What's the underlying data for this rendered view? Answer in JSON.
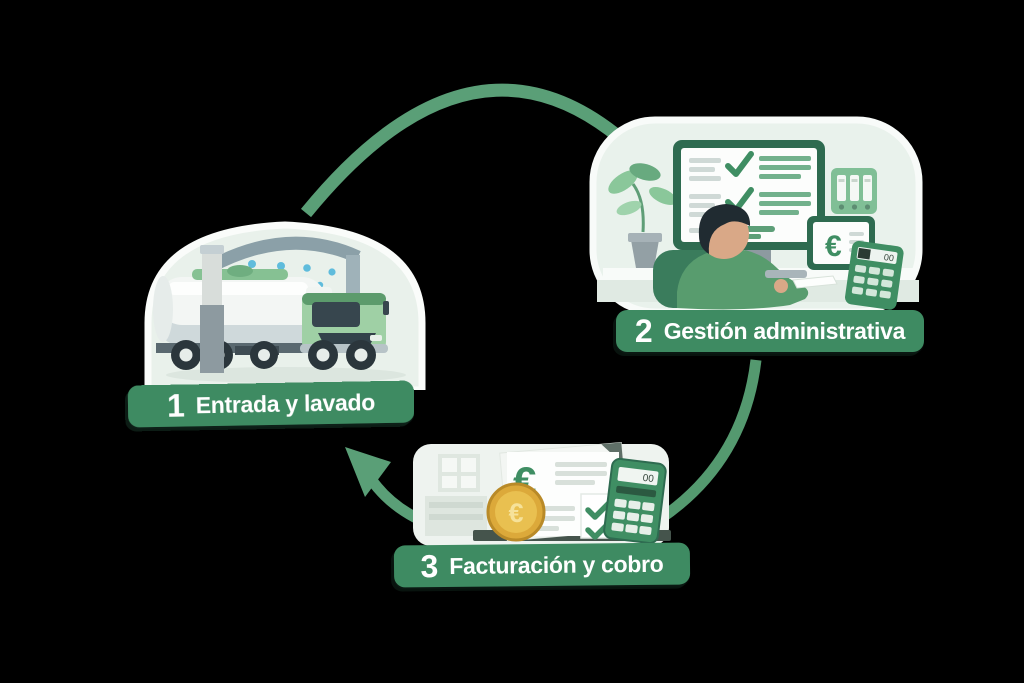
{
  "diagram": {
    "background_color": "#000000",
    "steps": [
      {
        "number": "1",
        "label": "Entrada y lavado",
        "icon": "tanker-truck-wash-icon"
      },
      {
        "number": "2",
        "label": "Gestión administrativa",
        "icon": "admin-computer-desk-icon",
        "screen_currency_symbol": "€",
        "calculator_display": "00"
      },
      {
        "number": "3",
        "label": "Facturación y cobro",
        "icon": "invoice-coin-calculator-icon",
        "invoice_currency_symbol": "€",
        "coin_symbol": "€",
        "calculator_display": "00"
      }
    ],
    "arrows": [
      {
        "name": "arc-step1-to-step2"
      },
      {
        "name": "curve-step2-to-step3"
      },
      {
        "name": "curve-step3-to-step1-with-arrowhead"
      }
    ],
    "colors": {
      "banner_green": "#3e8b62",
      "arrow_green": "#5a9f77",
      "bubble_light_green": "#e9f1eb",
      "check_green": "#3f8e63",
      "monitor_frame_green": "#2e6b50",
      "truck_cab_green": "#9fd0a5",
      "water_drop_blue": "#5fbcdc",
      "coin_gold": "#e9bc45",
      "banner_text_white": "#ffffff"
    }
  }
}
